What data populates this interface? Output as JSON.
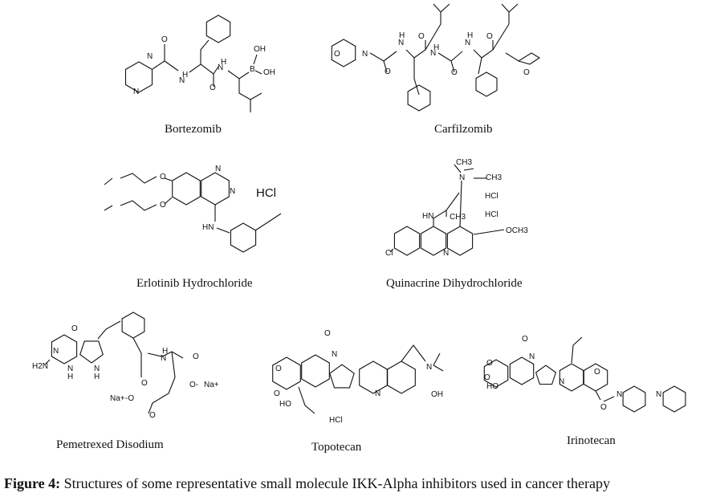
{
  "molecules": [
    {
      "name": "Bortezomib",
      "atoms": [
        "N",
        "N",
        "O",
        "H",
        "N",
        "O",
        "H",
        "N",
        "B",
        "OH",
        "OH"
      ]
    },
    {
      "name": "Carfilzomib",
      "atoms": [
        "O",
        "N",
        "O",
        "H",
        "N",
        "O",
        "H",
        "N",
        "O",
        "H",
        "N",
        "O",
        "O"
      ]
    },
    {
      "name": "Erlotinib Hydrochloride",
      "atoms": [
        "O",
        "O",
        "N",
        "N",
        "HN",
        "HCl"
      ]
    },
    {
      "name": "Quinacrine  Dihydrochloride",
      "atoms": [
        "CH3",
        "N",
        "CH3",
        "HN",
        "CH3",
        "HCl",
        "HCl",
        "OCH3",
        "Cl",
        "N"
      ]
    },
    {
      "name": "Pemetrexed Disodium",
      "atoms": [
        "O",
        "N",
        "H2N",
        "N",
        "H",
        "N",
        "H",
        "O",
        "H",
        "N",
        "O",
        "O-",
        "Na+",
        "Na+",
        "-O",
        "O"
      ]
    },
    {
      "name": "Topotecan",
      "atoms": [
        "O",
        "N",
        "O",
        "O",
        "HO",
        "N",
        "N",
        "OH",
        "HCl"
      ]
    },
    {
      "name": "Irinotecan",
      "atoms": [
        "O",
        "N",
        "O",
        "O",
        "HO",
        "N",
        "O",
        "O",
        "N",
        "N"
      ]
    }
  ],
  "caption": {
    "label": "Figure 4:",
    "text": " Structures of some representative small molecule IKK-Alpha inhibitors used in cancer therapy"
  }
}
